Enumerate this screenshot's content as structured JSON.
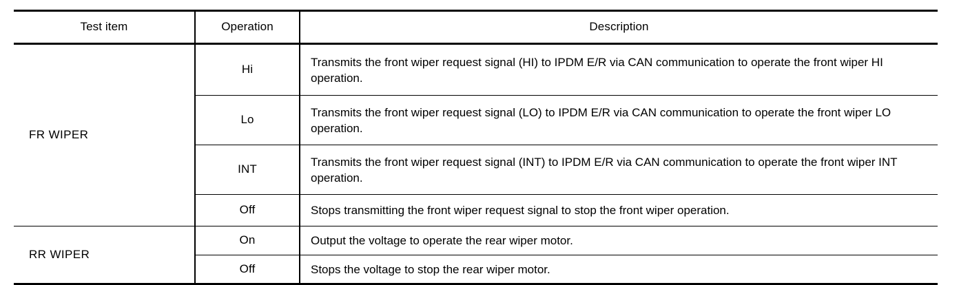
{
  "table": {
    "columns": [
      {
        "key": "test_item",
        "label": "Test item"
      },
      {
        "key": "operation",
        "label": "Operation"
      },
      {
        "key": "description",
        "label": "Description"
      }
    ],
    "groups": [
      {
        "test_item": "FR WIPER",
        "rows": [
          {
            "operation": "Hi",
            "description": "Transmits the front wiper request signal (HI) to IPDM E/R via CAN communication to operate the front wiper HI operation."
          },
          {
            "operation": "Lo",
            "description": "Transmits the front wiper request signal (LO) to IPDM E/R via CAN communication to operate the front wiper LO operation."
          },
          {
            "operation": "INT",
            "description": "Transmits the front wiper request signal (INT) to IPDM E/R via CAN communication to operate the front wiper INT operation."
          },
          {
            "operation": "Off",
            "description": "Stops transmitting the front wiper request signal to stop the front wiper operation."
          }
        ]
      },
      {
        "test_item": "RR WIPER",
        "rows": [
          {
            "operation": "On",
            "description": "Output the voltage to operate the rear wiper motor."
          },
          {
            "operation": "Off",
            "description": "Stops the voltage to stop the rear wiper motor."
          }
        ]
      }
    ]
  },
  "colors": {
    "rule": "#000000",
    "text": "#000000",
    "background": "#ffffff"
  }
}
